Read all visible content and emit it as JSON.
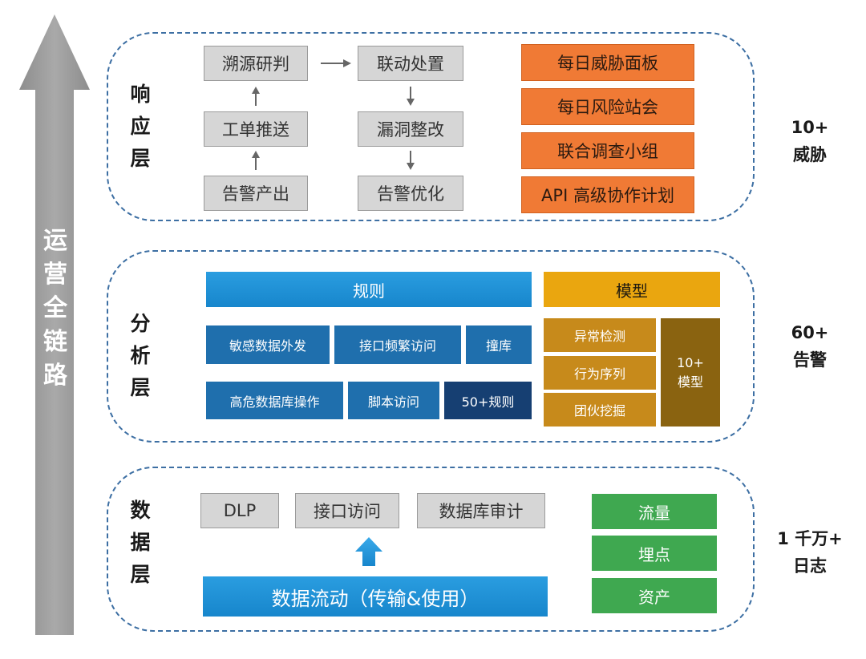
{
  "pipeline": {
    "label": [
      "运",
      "营",
      "全",
      "链",
      "路"
    ]
  },
  "response_layer": {
    "title": [
      "响",
      "应",
      "层"
    ],
    "flow": {
      "source_analysis": "溯源研判",
      "linked_action": "联动处置",
      "ticket_push": "工单推送",
      "vuln_fix": "漏洞整改",
      "alert_output": "告警产出",
      "alert_optimize": "告警优化"
    },
    "actions": [
      "每日威胁面板",
      "每日风险站会",
      "联合调查小组",
      "API 高级协作计划"
    ],
    "metric": [
      "10+",
      "威胁"
    ]
  },
  "analysis_layer": {
    "title": [
      "分",
      "析",
      "层"
    ],
    "rules_header": "规则",
    "rules_row1": [
      "敏感数据外发",
      "接口频繁访问",
      "撞库"
    ],
    "rules_row2": [
      "高危数据库操作",
      "脚本访问"
    ],
    "rules_more": "50+规则",
    "model_header": "模型",
    "models": [
      "异常检测",
      "行为序列",
      "团伙挖掘"
    ],
    "model_count": [
      "10+",
      "模型"
    ],
    "metric": [
      "60+",
      "告警"
    ]
  },
  "data_layer": {
    "title": [
      "数",
      "据",
      "层"
    ],
    "sources": [
      "DLP",
      "接口访问",
      "数据库审计"
    ],
    "flow_bar": "数据流动（传输&使用）",
    "extra": [
      "流量",
      "埋点",
      "资产"
    ],
    "metric": [
      "1 千万+",
      "日志"
    ]
  },
  "colors": {
    "dashed_border": "#3d6fa3",
    "grey_box": "#d6d6d6",
    "orange": "#f07a35",
    "blue_bar": "#1786cc",
    "dark_blue": "#1f6fad",
    "navy": "#163f72",
    "gold": "#eaa60f",
    "brown": "#8a6310",
    "green": "#3fa850",
    "arrow_grey": "#9b9b9b"
  }
}
